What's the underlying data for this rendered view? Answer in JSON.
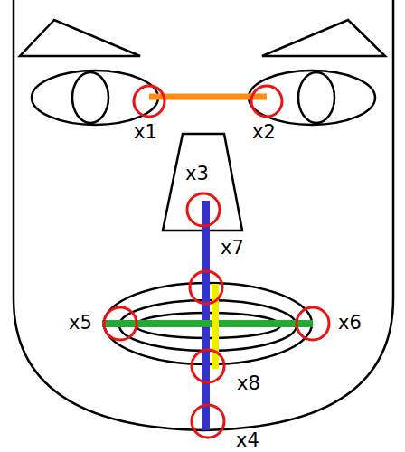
{
  "diagram": {
    "labels": [
      "x1",
      "x2",
      "x3",
      "x7",
      "x5",
      "x6",
      "x8",
      "x4"
    ]
  }
}
